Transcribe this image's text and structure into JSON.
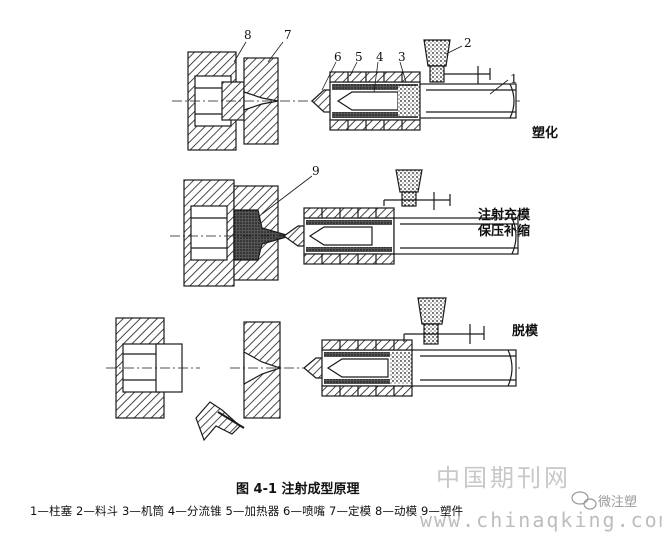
{
  "part_numbers": [
    "8",
    "7",
    "6",
    "5",
    "4",
    "3",
    "2",
    "1",
    "9"
  ],
  "stages": {
    "plasticize": "塑化",
    "inject_line1": "注射充模",
    "inject_line2": "保压补缩",
    "demold": "脱模"
  },
  "caption": "图 4-1   注射成型原理",
  "legend": "1—柱塞  2—料斗  3—机筒  4—分流锥  5—加热器  6—喷嘴  7—定模  8—动模  9—塑件",
  "watermark": {
    "site_cn": "中国期刊网",
    "site_url": "www.chinaqking.com",
    "wechat_brand": "微注塑"
  },
  "colors": {
    "ink": "#1a1a1a",
    "paper": "#ffffff"
  }
}
